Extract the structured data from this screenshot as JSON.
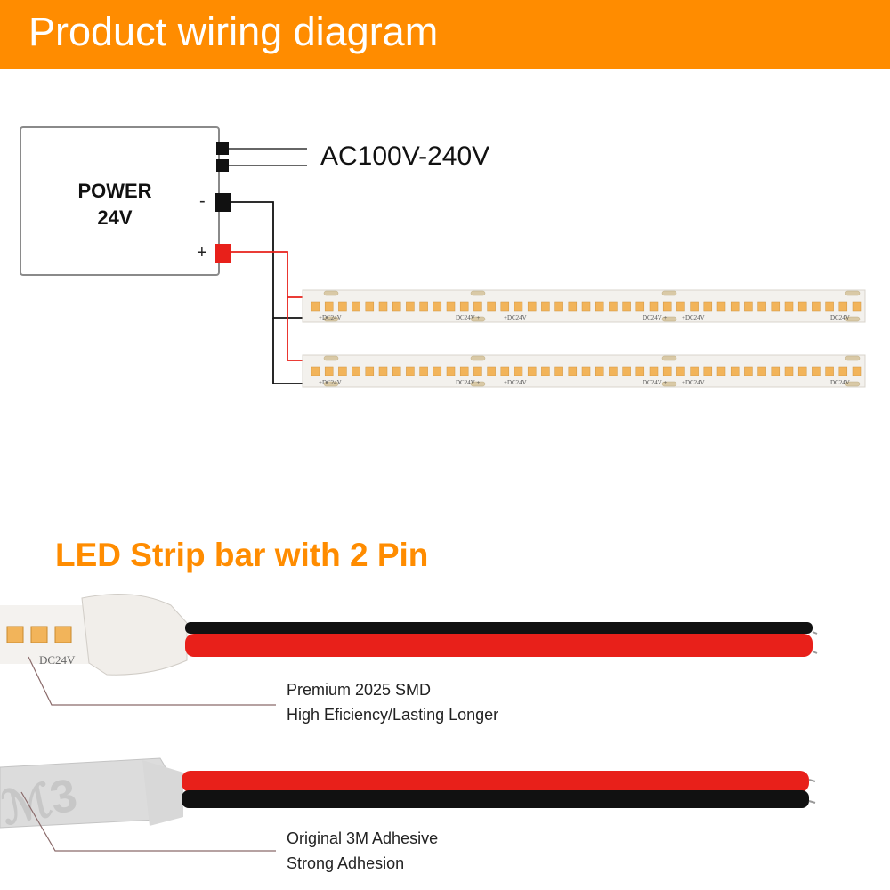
{
  "header": {
    "title": "Product wiring diagram",
    "bg_color": "#ff8c00"
  },
  "power_supply": {
    "line1": "POWER",
    "line2": "24V",
    "minus_sign": "-",
    "plus_sign": "+"
  },
  "ac_input": {
    "label": "AC100V-240V"
  },
  "strips": [
    {
      "markings": [
        "+DC24V",
        "DC24V +",
        "+DC24V",
        "DC24V +",
        "+DC24V",
        "DC24V"
      ]
    },
    {
      "markings": [
        "+DC24V",
        "DC24V +",
        "+DC24V",
        "DC24V +",
        "+DC24V",
        "DC24V"
      ]
    }
  ],
  "section": {
    "title": "LED Strip bar with 2 Pin"
  },
  "features": [
    {
      "line1": "Premium 2025 SMD",
      "line2": "High Eficiency/Lasting Longer",
      "strip_marking": "DC24V"
    },
    {
      "line1": "Original 3M Adhesive",
      "line2": "Strong Adhesion"
    }
  ],
  "colors": {
    "wire_red": "#e8201a",
    "wire_black": "#111111",
    "led_amber": "#f2b45a",
    "accent_orange": "#ff8c00"
  }
}
